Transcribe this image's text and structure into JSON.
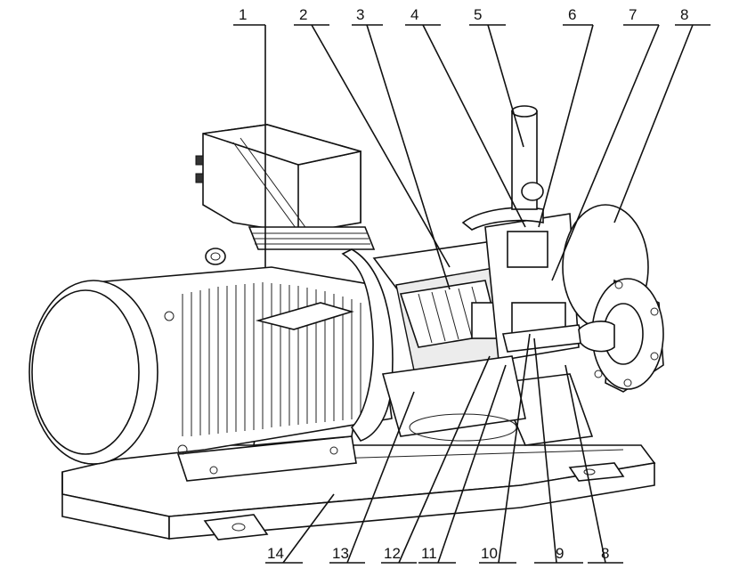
{
  "callouts_top": [
    "1",
    "2",
    "3",
    "4",
    "5",
    "6",
    "7",
    "8"
  ],
  "callouts_bottom": [
    "14",
    "13",
    "12",
    "11",
    "10",
    "9",
    "8"
  ]
}
